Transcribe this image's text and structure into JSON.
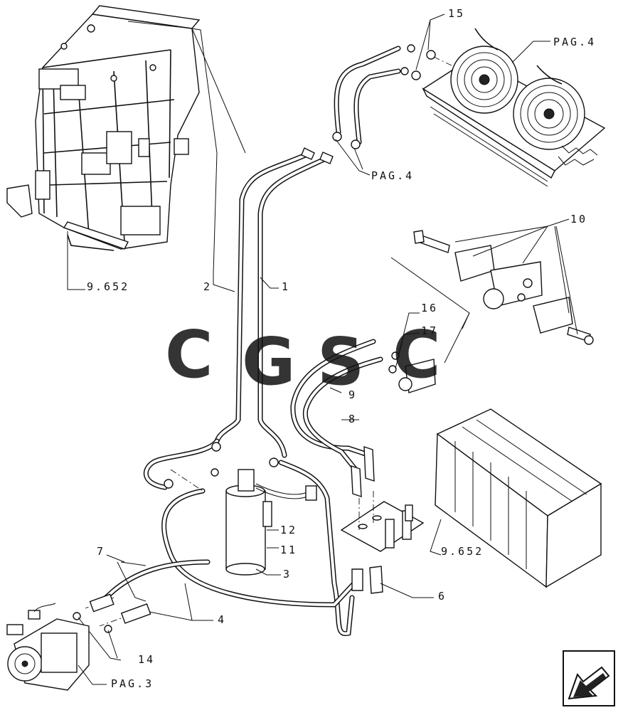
{
  "watermark": {
    "letters": [
      "C",
      "G",
      "S",
      "C"
    ],
    "colors": [
      "#4a8df0",
      "#ef5a4f",
      "#f2c233",
      "#3aa85c"
    ]
  },
  "callouts": {
    "c1": "1",
    "c2": "2",
    "c3": "3",
    "c4": "4",
    "c6": "6",
    "c7": "7",
    "c8": "8",
    "c9": "9",
    "c10": "10",
    "c11": "11",
    "c12": "12",
    "c14": "14",
    "c15": "15",
    "c16": "16",
    "c17": "17",
    "ref_cab": "9.652",
    "ref_heater": "9.652",
    "ref_condenser_top": "PAG.4",
    "ref_condenser_mid": "PAG.4",
    "ref_compressor": "PAG.3"
  },
  "nav": {
    "arrow_icon": "back-arrow-icon"
  }
}
